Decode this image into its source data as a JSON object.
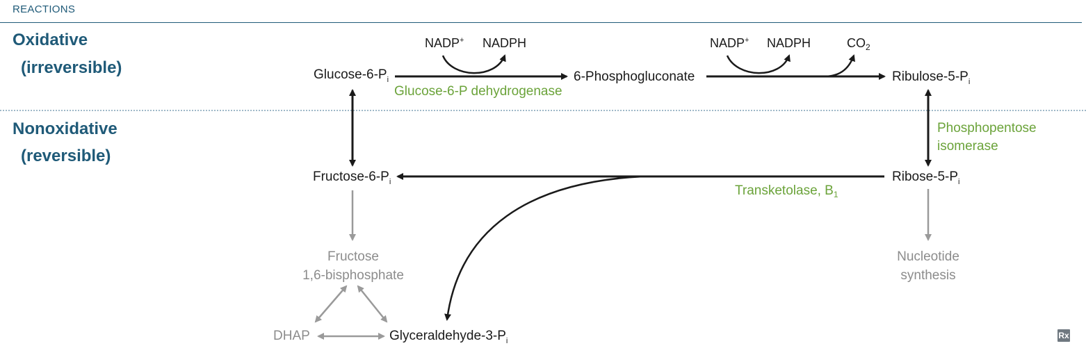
{
  "header": {
    "title": "REACTIONS"
  },
  "sections": {
    "oxidative": {
      "line1": "Oxidative",
      "line2": "(irreversible)"
    },
    "nonoxidative": {
      "line1": "Nonoxidative",
      "line2": "(reversible)"
    }
  },
  "molecules": {
    "glucose6p": {
      "text": "Glucose-6-P",
      "sub": "i"
    },
    "phosphogluconate": {
      "text": "6-Phosphogluconate"
    },
    "ribulose5p": {
      "text": "Ribulose-5-P",
      "sub": "i"
    },
    "fructose6p": {
      "text": "Fructose-6-P",
      "sub": "i"
    },
    "ribose5p": {
      "text": "Ribose-5-P",
      "sub": "i"
    },
    "fructose16bp": {
      "line1": "Fructose",
      "line2": "1,6-bisphosphate"
    },
    "nucleotide": {
      "line1": "Nucleotide",
      "line2": "synthesis"
    },
    "dhap": {
      "text": "DHAP"
    },
    "glyceraldehyde3p": {
      "text": "Glyceraldehyde-3-P",
      "sub": "i"
    }
  },
  "cofactors": {
    "nadp1": {
      "text": "NADP",
      "sup": "+"
    },
    "nadph1": {
      "text": "NADPH"
    },
    "nadp2": {
      "text": "NADP",
      "sup": "+"
    },
    "nadph2": {
      "text": "NADPH"
    },
    "co2": {
      "text": "CO",
      "sub": "2"
    }
  },
  "enzymes": {
    "g6pd": {
      "text": "Glucose-6-P dehydrogenase"
    },
    "isomerase": {
      "line1": "Phosphopentose",
      "line2": "isomerase"
    },
    "transketolase": {
      "text": "Transketolase, B",
      "sub": "1"
    }
  },
  "badge": {
    "text": "Rx"
  },
  "colors": {
    "heading": "#1f5a78",
    "enzyme": "#6ba33a",
    "arrow_primary": "#1a1a1a",
    "arrow_secondary": "#9a9a9a",
    "muted_text": "#8c8c8c"
  }
}
